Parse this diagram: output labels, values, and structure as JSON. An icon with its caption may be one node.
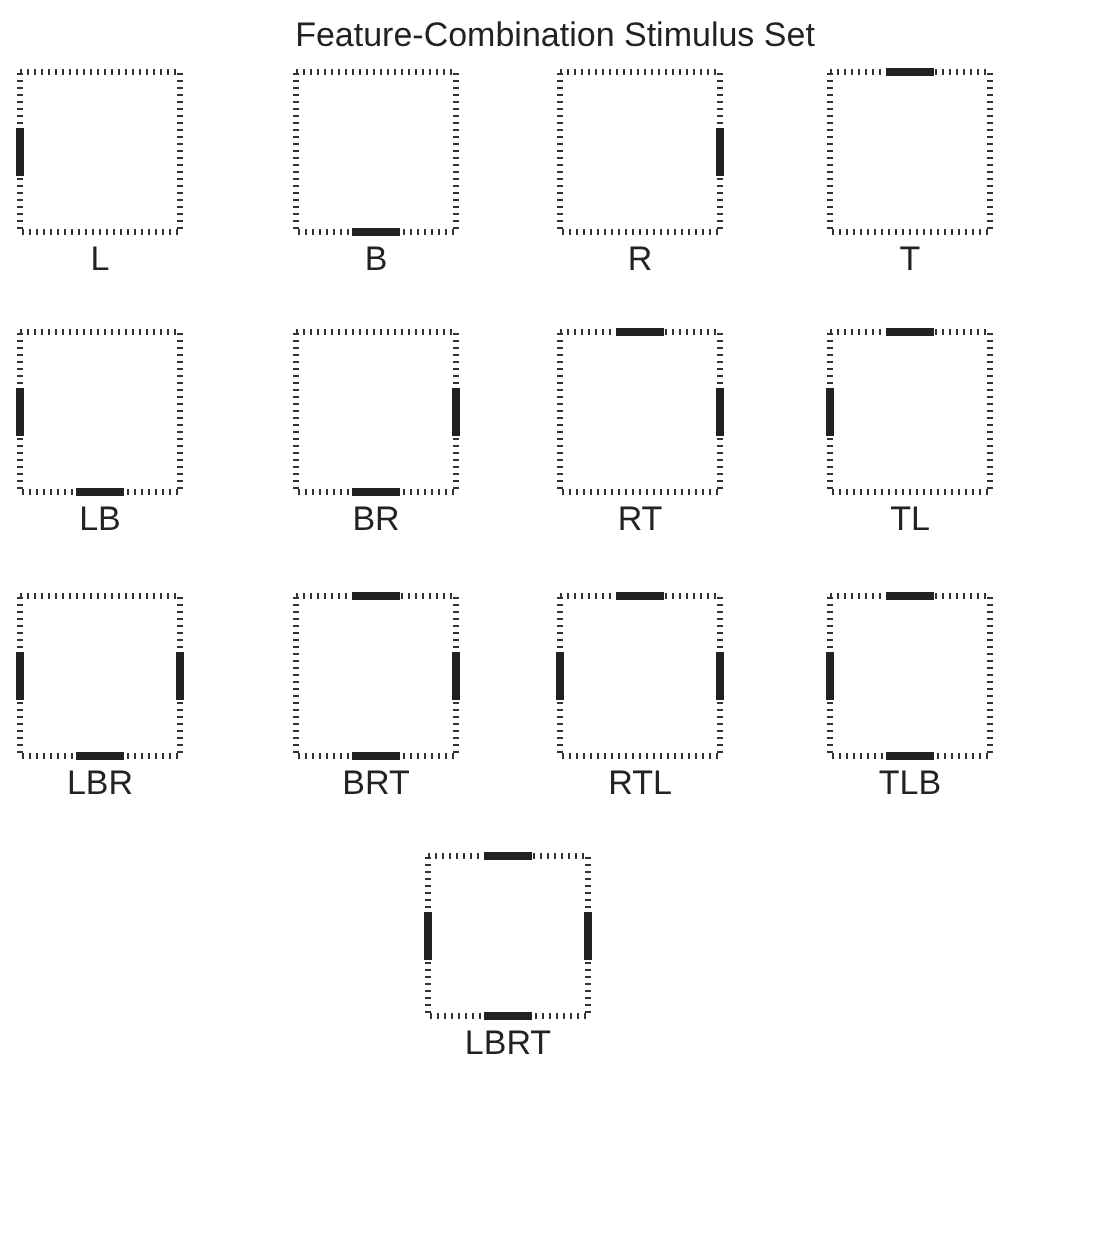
{
  "diagram": {
    "title": "Feature-Combination Stimulus Set",
    "labels": [
      "L",
      "B",
      "R",
      "T",
      "LB",
      "BR",
      "RT",
      "TL",
      "LBR",
      "BRT",
      "RTL",
      "TLB",
      "LBRT"
    ]
  }
}
